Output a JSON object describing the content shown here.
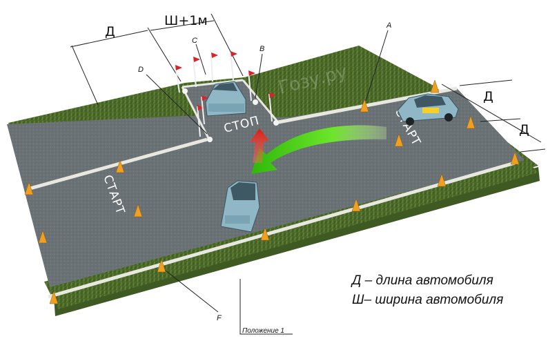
{
  "dimensions": {
    "length_top": "Д",
    "width_plus": "Ш+1м",
    "length_right_1": "Д",
    "length_right_2": "Д"
  },
  "points": {
    "a": "A",
    "b": "B",
    "c": "C",
    "d": "D",
    "f": "F"
  },
  "road_markings": {
    "stop": "СТОП",
    "start_left": "СТАРТ",
    "start_right": "СТАРТ"
  },
  "watermark": "Гозу.ру",
  "legend": {
    "line1": "Д – длина автомобиля",
    "line2": "Ш– ширина автомобиля"
  },
  "position_label": "Положение 1",
  "colors": {
    "grass": "#4f6b2c",
    "asphalt": "#6d7478",
    "car": "#8fb7c6",
    "cone": "#f0a020",
    "arrow_green": "#6fe02a",
    "arrow_red": "#e8261a"
  }
}
